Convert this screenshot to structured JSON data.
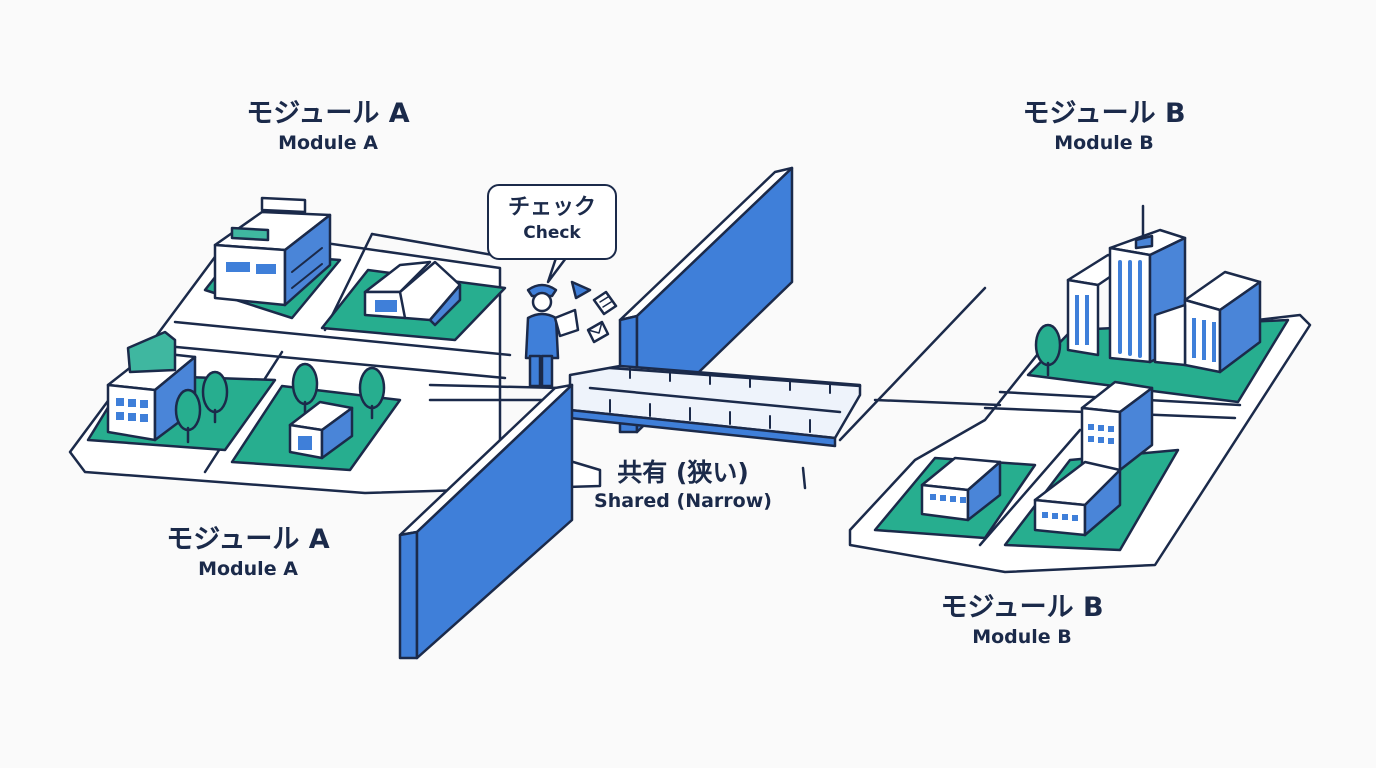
{
  "labels": {
    "top_left": {
      "jp": "モジュール A",
      "en": "Module A"
    },
    "bottom_left": {
      "jp": "モジュール A",
      "en": "Module A"
    },
    "top_right": {
      "jp": "モジュール B",
      "en": "Module B"
    },
    "bottom_right": {
      "jp": "モジュール B",
      "en": "Module B"
    }
  },
  "check_bubble": {
    "jp": "チェック",
    "en": "Check"
  },
  "shared_label": {
    "jp": "共有 (狭い)",
    "en": "Shared (Narrow)"
  },
  "colors": {
    "outline": "#1b2a4a",
    "wall_blue": "#3f7fd9",
    "grass_teal": "#27ae8f",
    "building_white": "#ffffff",
    "building_shade": "#4a85d8",
    "window_blue": "#3f7fd9",
    "bridge_fill": "#eef3fb"
  },
  "icons": [
    "inspector-figure",
    "document-icon",
    "envelope-icon",
    "paper-plane-icon",
    "tree-icon",
    "building-icon",
    "warehouse-icon"
  ]
}
